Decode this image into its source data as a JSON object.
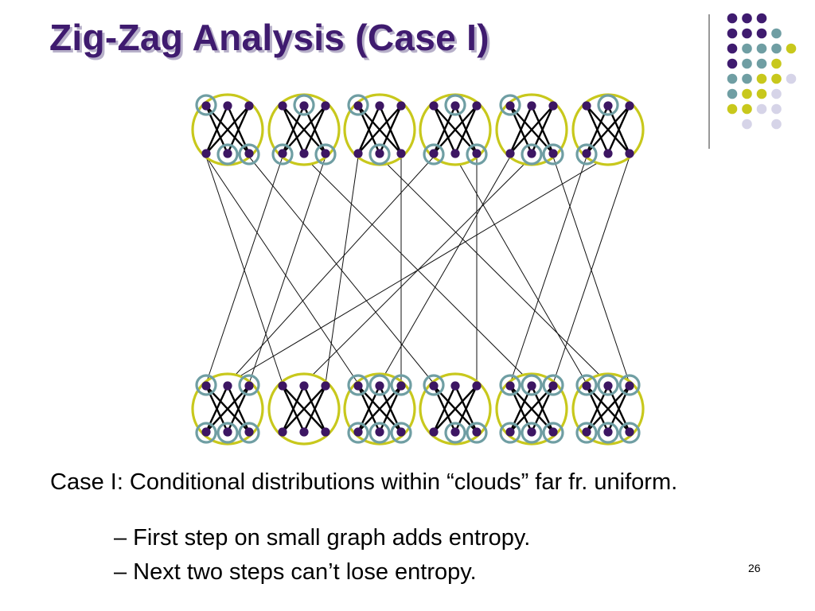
{
  "slide": {
    "title": "Zig-Zag Analysis (Case I)",
    "caption": "Case I: Conditional distributions within “clouds” far fr. uniform.",
    "bullets": [
      "– First step on small graph adds entropy.",
      "– Next two steps can’t lose entropy."
    ],
    "page_number": "26"
  },
  "colors": {
    "title": "#3f1b6f",
    "title_shadow": "#b7b0c9",
    "vertex": "#3d1663",
    "cloud_outline": "#c8c81c",
    "highlight_ring": "#6f9ea3",
    "deco_purple": "#3f1b6f",
    "deco_teal": "#6f9ea3",
    "deco_yellow": "#c8c81c",
    "deco_lavender": "#d6d4e8"
  }
}
